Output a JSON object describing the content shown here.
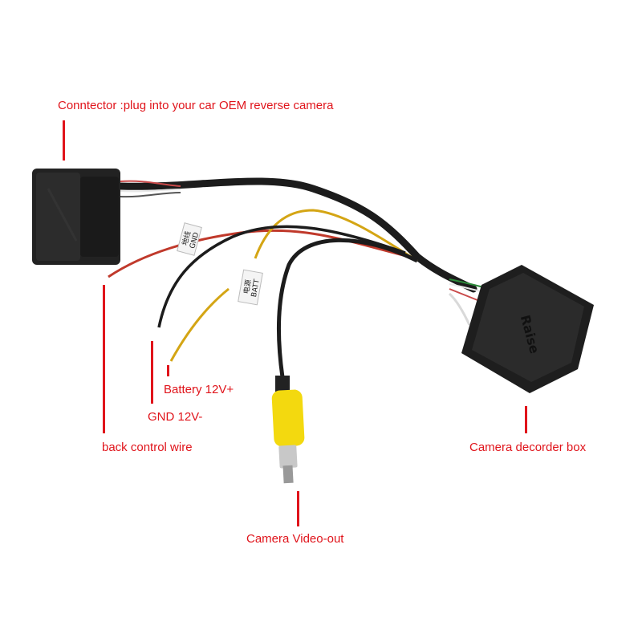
{
  "callouts": {
    "connector": "Conntector :plug into your car OEM reverse camera",
    "battery": "Battery 12V+",
    "gnd": "GND 12V-",
    "back_control": "back control wire",
    "decoder_box": "Camera decorder box",
    "video_out": "Camera Video-out"
  },
  "wire_tags": {
    "gnd_tag_line1": "地线",
    "gnd_tag_line2": "GND",
    "batt_tag_line1": "电源",
    "batt_tag_line2": "BATT"
  },
  "box_branding": "Raise",
  "colors": {
    "callout": "#e0141b",
    "harness": "#1a1a1a",
    "yellow_wire": "#d4a514",
    "red_wire": "#c0392b",
    "rca_yellow": "#f3d90f"
  }
}
